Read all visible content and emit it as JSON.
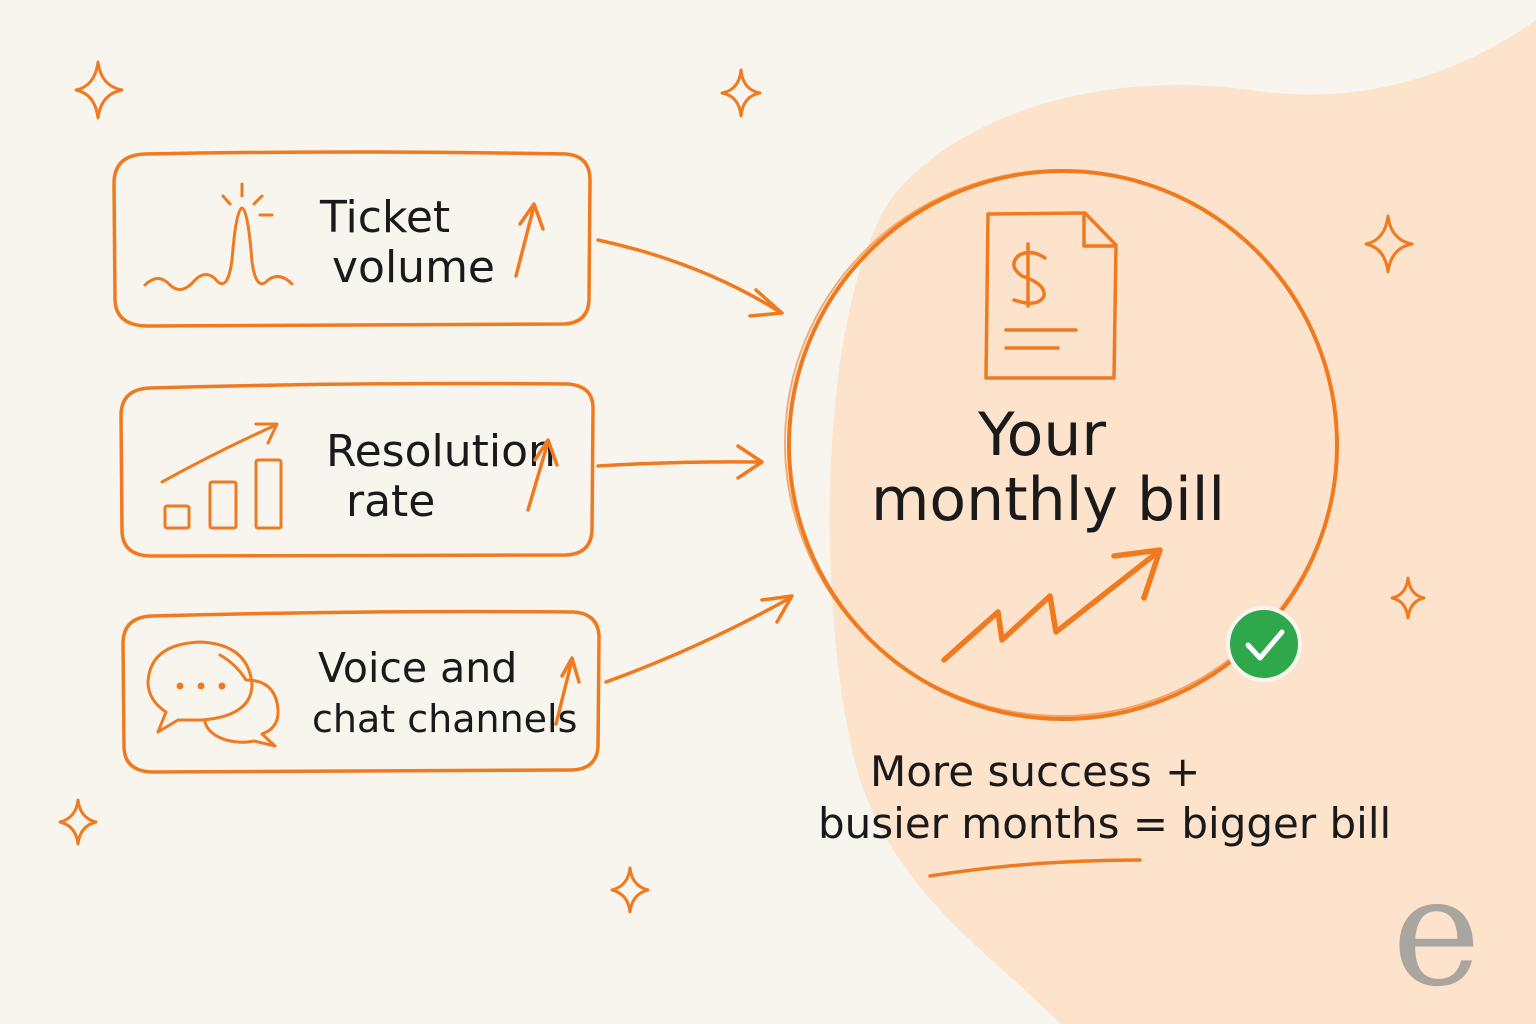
{
  "colors": {
    "background": "#f8f5ef",
    "blob": "#fde3cc",
    "accent": "#f07a20",
    "text": "#1a1a1a",
    "check": "#2ea84b",
    "watermark": "#a9a59f"
  },
  "inputs": [
    {
      "line1": "Ticket",
      "line2": "volume",
      "icon": "pulse-spike-icon",
      "trend_icon": "up-arrow-icon"
    },
    {
      "line1": "Resolution",
      "line2": "rate",
      "icon": "bar-chart-up-icon",
      "trend_icon": "up-arrow-icon"
    },
    {
      "line1": "Voice and",
      "line2": "chat channels",
      "icon": "chat-bubbles-icon",
      "trend_icon": "up-arrow-icon"
    }
  ],
  "bill": {
    "line1": "Your",
    "line2": "monthly bill",
    "icon": "dollar-document-icon",
    "trend_icon": "zigzag-up-arrow-icon",
    "badge_icon": "checkmark-icon"
  },
  "caption": {
    "line1": "More success +",
    "line2": "busier months = bigger bill"
  },
  "watermark": "e"
}
